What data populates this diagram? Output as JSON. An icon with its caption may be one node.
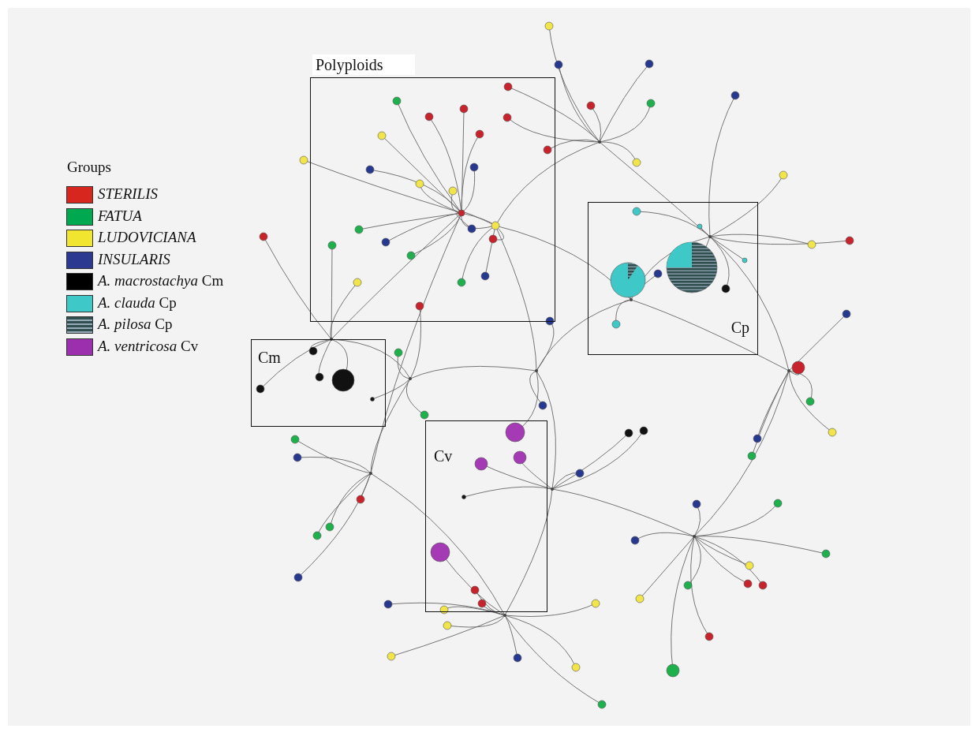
{
  "diagram": {
    "nodes": [
      {
        "text": [
          "Polyploids"
        ]
      },
      {
        "text": [
          "Cm"
        ]
      },
      {
        "text": [
          "Cp"
        ]
      },
      {
        "text": [
          "Cv"
        ]
      }
    ],
    "labels": [
      "Groups"
    ],
    "legend": [
      {
        "text": "STERILIS",
        "color": "#d7261e"
      },
      {
        "text": "FATUA",
        "color": "#00a850"
      },
      {
        "text": "LUDOVICIANA",
        "color": "#f2e530"
      },
      {
        "text": "INSULARIS",
        "color": "#2b3990"
      },
      {
        "text": "*A. macrostachya* Cm",
        "color": "#000000"
      },
      {
        "text": "*A. clauda* Cp",
        "color": "#3ec8c8"
      },
      {
        "text": "*A. pilosa* Cp"
      },
      {
        "text": "*A. ventricosa* Cv",
        "color": "#9b2fae"
      }
    ]
  }
}
